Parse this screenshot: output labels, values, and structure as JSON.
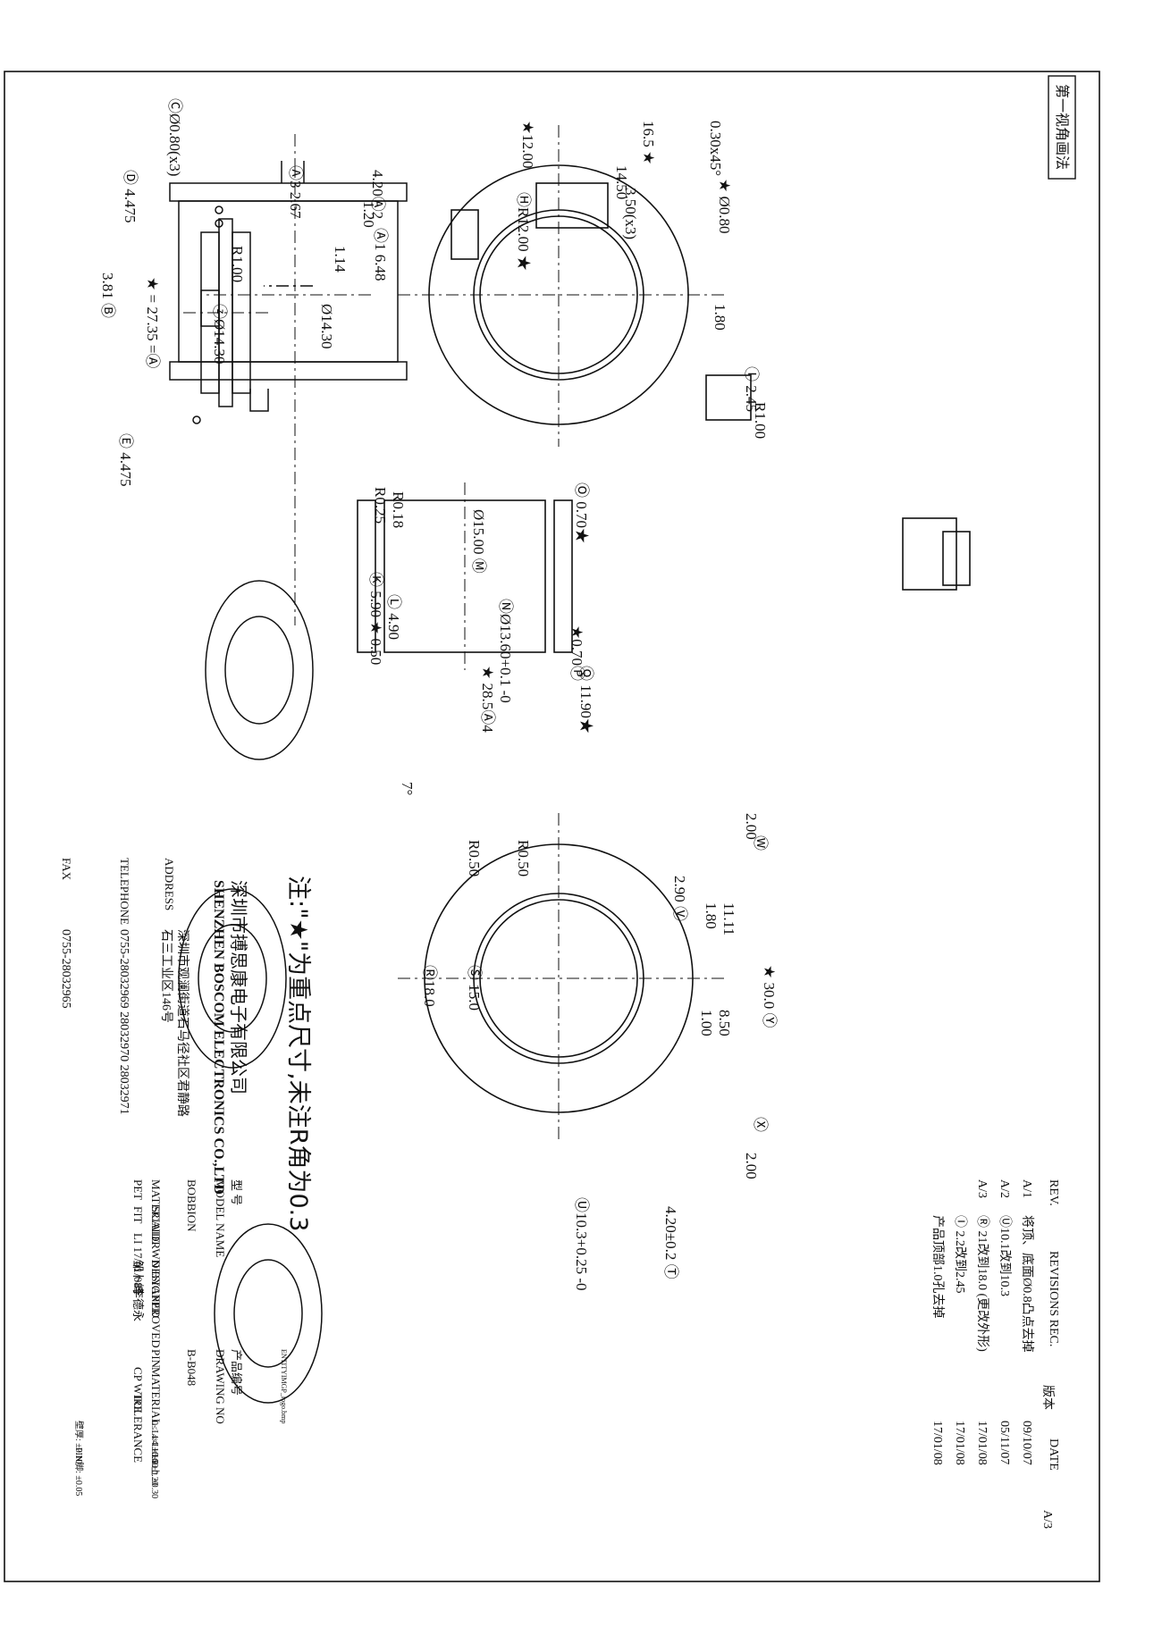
{
  "frame": {
    "view_method": "第一视角画法"
  },
  "note": "注:\"★\"为重点尺寸,未注R角为0.3",
  "company": {
    "name_cn": "深圳市搏思康电子有限公司",
    "name_en": "SHENZHEN BOSCOM ELECTRONICS CO.,LTD",
    "address_label": "ADDRESS",
    "address_line1": "深圳市观澜街道石马径社区君静路",
    "address_line2": "石三工业区146号",
    "telephone_label": "TELEPHONE",
    "telephone": "0755-28032969   28032970   28032971",
    "fax_label": "FAX",
    "fax": "0755-28032965"
  },
  "title_block": {
    "model_name_label_cn": "型  号",
    "model_name_label": "MODEL NAME",
    "model_name": "BOBBION",
    "drawing_no_label_cn": "产品编号",
    "drawing_no_label": "DRAWING NO",
    "drawing_no": "B-B048",
    "material_label": "MATERIAL",
    "material_value": "PET",
    "scale_label": "SCALE",
    "scale_value": "FIT",
    "drwn_label": "DRWN BY",
    "drwn_value": "LI 17/01/08",
    "designed_label": "DESIGNED",
    "designed_value": "邹卜峰",
    "approved_label": "APPROVED",
    "approved_value": "李德永",
    "pin_label": "PIN",
    "pin_material_label": "MATERIAL",
    "pin_material_value": "CP WIRE",
    "tolerance_label": "TOLERANCE",
    "tol_1": "0≤L≤4   ±0.10",
    "tol_2": "4<L≤16  ±0.20",
    "tol_3": "16≤L上   ±0.30",
    "tol_4": "壁厚: ±0.10",
    "tol_5": "PIN脚: ±0.05",
    "logo_text": "ENTITYIMGP_logo.bmp"
  },
  "revisions": {
    "version_label": "版本",
    "version": "A/3",
    "rev_label": "REV.",
    "records_label": "REVISIONS REC.",
    "date_label": "DATE",
    "rows": [
      {
        "rev": "A/1",
        "rec": "将顶、底面Ø0.8凸点去掉",
        "date": "09/10/07"
      },
      {
        "rev": "A/2",
        "rec": "Ⓤ10.1改到10.3",
        "date": "05/11/07"
      },
      {
        "rev": "A/3",
        "rec": "Ⓡ 21改到18.0 (更改外形)",
        "date": "17/01/08"
      },
      {
        "rev": "",
        "rec": "Ⓘ 2.2改到2.45",
        "date": "17/01/08"
      },
      {
        "rev": "",
        "rec": "产品顶部1.0孔去掉",
        "date": "17/01/08"
      }
    ]
  },
  "dims": {
    "d_16_5": "16.5 ★",
    "d_12_00": "★12.00",
    "d_14_50": "14.50",
    "d_3_50": "3.50(x3)",
    "d_0_30x45": "0.30x45°",
    "d_0_80": "★ Ø0.80",
    "d_r12": "ⒽR12.00 ★",
    "d_1_80": "1.80",
    "d_2_45": "Ⓘ 2.45",
    "d_r1_a": "R1.00",
    "d_4_20": "4.20Ⓐ2",
    "d_1_20": "1.20",
    "d_2_67": "Ⓐ3 2.67",
    "d_1_14": "1.14",
    "d_6_48": "Ⓐ1 6.48",
    "d_r1_b": "R1.00",
    "d_14_30a": "Ø14.30",
    "d_14_30b": "ⓩØ14.30",
    "d_4_475a": "Ⓓ 4.475",
    "d_0_80x3": "ⒸØ0.80(x3)",
    "d_3_81": "3.81 Ⓑ",
    "d_27_35": "★ = 27.35 =Ⓐ",
    "d_4_475b": "Ⓔ 4.475",
    "d_0_70a": "Ⓞ 0.70★",
    "d_15_00": "Ø15.00 Ⓜ",
    "d_r0_18": "R0.18",
    "d_r0_25": "R0.25",
    "d_5_90": "Ⓚ 5.90",
    "d_4_90": "Ⓛ 4.90",
    "d_13_60": "ⓃØ13.60+0.1 -0",
    "d_0_50": "★ 0.50",
    "d_0_70b": "★0.70Ⓟ",
    "d_28_5": "★ 28.5Ⓐ4",
    "d_11_90": "Ⓠ 11.90★",
    "d_7deg": "7°",
    "d_2_00a": "2.00",
    "d_2_00b": "2.00",
    "d_r0_50a": "R0.50",
    "d_r0_50b": "R0.50",
    "d_2_90": "2.90 Ⓥ",
    "d_11_11": "11.11",
    "d_1_80b": "1.80",
    "d_30_0": "★ 30.0 Ⓨ",
    "d_8_50": "8.50",
    "d_1_00": "1.00",
    "d_15_0": "Ⓢ 15.0",
    "d_18_0": "Ⓡ18.0",
    "d_10_3": "Ⓤ10.3+0.25 -0",
    "d_4_20b": "4.20±0.2 Ⓣ",
    "w_marker": "Ⓦ",
    "x_marker": "Ⓧ"
  }
}
